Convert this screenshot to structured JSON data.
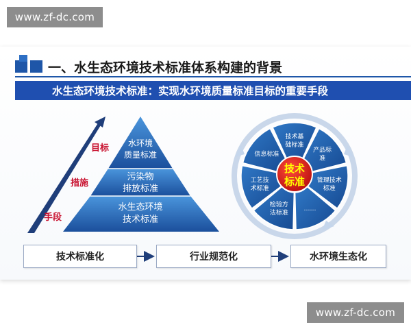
{
  "watermark": "www.zf-dc.com",
  "title": "一、水生态环境技术标准体系构建的背景",
  "banner": "水生态环境技术标准：实现水环境质量标准目标的重要手段",
  "pyramid": {
    "side_labels": [
      "目标",
      "措施",
      "手段"
    ],
    "tiers": [
      {
        "line1": "水环境",
        "line2": "质量标准"
      },
      {
        "line1": "污染物",
        "line2": "排放标准"
      },
      {
        "line1": "水生态环境",
        "line2": "技术标准"
      }
    ]
  },
  "wheel": {
    "center": {
      "line1": "技术",
      "line2": "标准"
    },
    "segments": [
      {
        "line1": "技术基",
        "line2": "础标准"
      },
      {
        "line1": "产品标",
        "line2": "准"
      },
      {
        "line1": "管理技术",
        "line2": "标准"
      },
      {
        "line1": "……",
        "line2": ""
      },
      {
        "line1": "检验方",
        "line2": "法标准"
      },
      {
        "line1": "工艺技",
        "line2": "术标准"
      },
      {
        "line1": "信息标准",
        "line2": ""
      }
    ]
  },
  "flow": [
    "技术标准化",
    "行业规范化",
    "水环境生态化"
  ],
  "colors": {
    "banner": "#1f4fb0",
    "pyramid_dark": "#1f5aa8",
    "pyramid_light": "#3a86d2",
    "accent_red": "#c8102e",
    "center_text": "#ffff00"
  }
}
